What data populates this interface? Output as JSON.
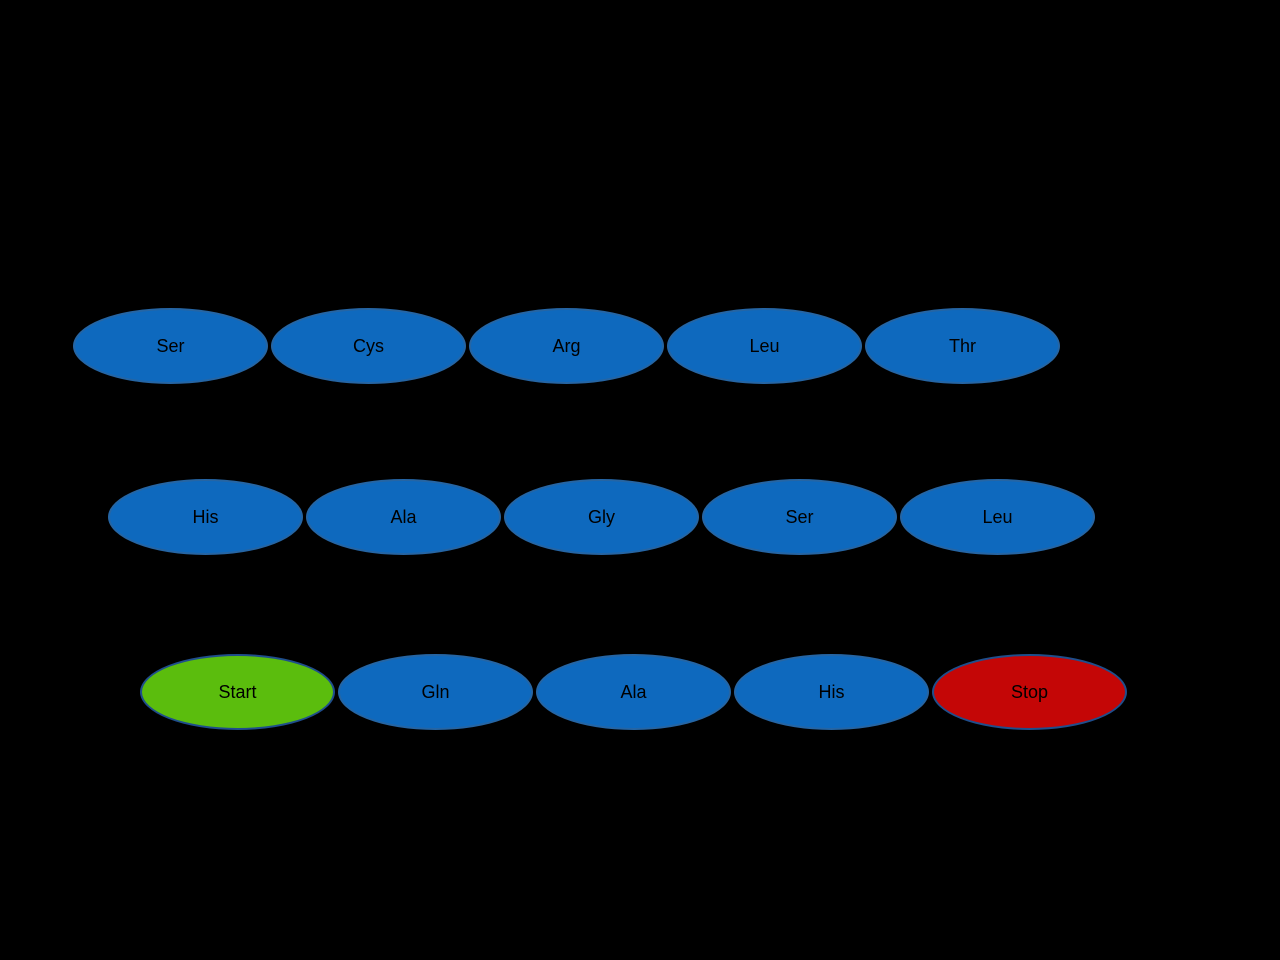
{
  "colors": {
    "canvas_bg": "#000000",
    "amino_fill": "#0E69BE",
    "amino_border": "#2565A4",
    "start_fill": "#5BBD0D",
    "stop_fill": "#C40606",
    "terminal_border": "#1F4E8C",
    "label_color": "#000000"
  },
  "rows": [
    {
      "name": "sequence-row-1",
      "items": [
        {
          "label": "Ser",
          "kind": "amino"
        },
        {
          "label": "Cys",
          "kind": "amino"
        },
        {
          "label": "Arg",
          "kind": "amino"
        },
        {
          "label": "Leu",
          "kind": "amino"
        },
        {
          "label": "Thr",
          "kind": "amino"
        }
      ]
    },
    {
      "name": "sequence-row-2",
      "items": [
        {
          "label": "His",
          "kind": "amino"
        },
        {
          "label": "Ala",
          "kind": "amino"
        },
        {
          "label": "Gly",
          "kind": "amino"
        },
        {
          "label": "Ser",
          "kind": "amino"
        },
        {
          "label": "Leu",
          "kind": "amino"
        }
      ]
    },
    {
      "name": "sequence-row-3",
      "items": [
        {
          "label": "Start",
          "kind": "start"
        },
        {
          "label": "Gln",
          "kind": "amino"
        },
        {
          "label": "Ala",
          "kind": "amino"
        },
        {
          "label": "His",
          "kind": "amino"
        },
        {
          "label": "Stop",
          "kind": "stop"
        }
      ]
    }
  ]
}
